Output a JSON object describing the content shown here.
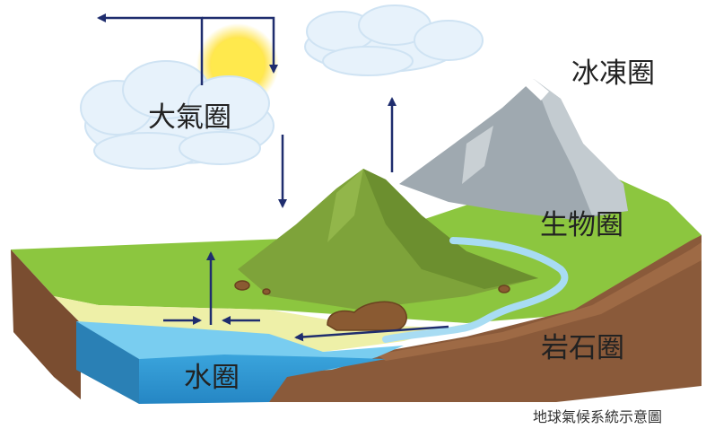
{
  "labels": {
    "atmosphere": "大氣圈",
    "cryosphere": "冰凍圈",
    "biosphere": "生物圈",
    "lithosphere": "岩石圈",
    "hydrosphere": "水圈"
  },
  "caption": "地球氣候系統示意圖",
  "colors": {
    "arrow": "#1f2d6e",
    "water": "#5bbde8",
    "grass": "#8cc63f",
    "mountain": "#7ea33a",
    "rock_peak": "#aeb7bd",
    "soil": "#8a5a3a",
    "sand": "#eef0a8",
    "cloud": "#e7f2fb",
    "sun": "#ffe135"
  },
  "icons": [
    "sun-icon",
    "cloud-icon",
    "snow-mountain-icon",
    "hill-icon",
    "river-icon",
    "boulder-icon"
  ]
}
